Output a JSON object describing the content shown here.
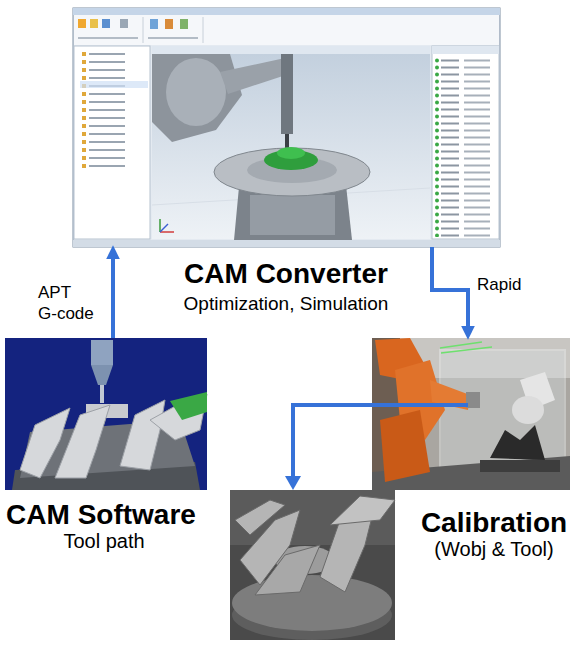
{
  "diagram": {
    "nodes": [
      {
        "text": [
          "CAM Converter",
          "Optimization, Simulation"
        ]
      },
      {
        "text": [
          "CAM Software",
          "Tool path"
        ]
      },
      {
        "text": [
          "Calibration",
          "(Wobj & Tool)"
        ]
      }
    ],
    "edges": [
      {
        "from": 1,
        "to": 0,
        "arrow": "to",
        "label": "APT G-code"
      },
      {
        "from": 0,
        "to": 2,
        "arrow": "to",
        "label": "Rapid"
      }
    ]
  }
}
